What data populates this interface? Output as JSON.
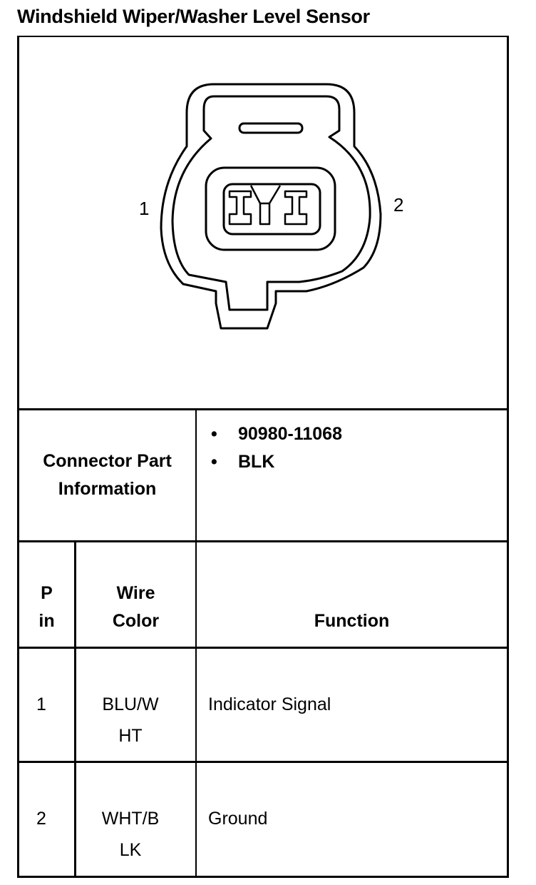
{
  "document": {
    "title": "Windshield Wiper/Washer Level Sensor"
  },
  "diagram": {
    "pin_labels": [
      "1",
      "2"
    ]
  },
  "connector_info": {
    "label_line1": "Connector Part",
    "label_line2": "Information",
    "bullet_glyph": "•",
    "items": [
      "90980-11068",
      "BLK"
    ]
  },
  "table": {
    "headers": {
      "pin_line1": "P",
      "pin_line2": "in",
      "wire_line1": "Wire",
      "wire_line2": "Color",
      "function": "Function"
    },
    "rows": [
      {
        "pin": "1",
        "wire_line1": "BLU/W",
        "wire_line2": "HT",
        "function": "Indicator Signal"
      },
      {
        "pin": "2",
        "wire_line1": "WHT/B",
        "wire_line2": "LK",
        "function": "Ground"
      }
    ]
  }
}
